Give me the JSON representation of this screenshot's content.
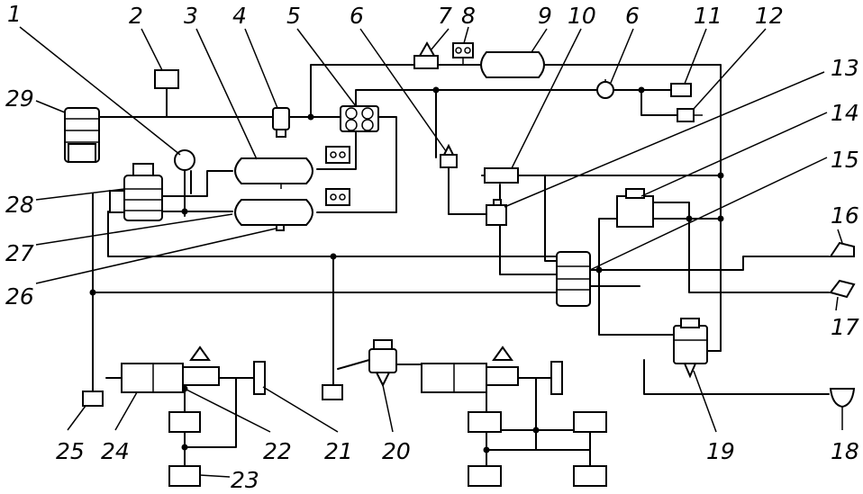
{
  "labels": [
    "1",
    "2",
    "3",
    "4",
    "5",
    "6",
    "7",
    "8",
    "9",
    "10",
    "6",
    "11",
    "12",
    "13",
    "14",
    "15",
    "16",
    "17",
    "18",
    "19",
    "20",
    "21",
    "22",
    "23",
    "24",
    "25",
    "26",
    "27",
    "28",
    "29"
  ],
  "colors": {
    "ink": "#000000",
    "paper": "#ffffff"
  }
}
